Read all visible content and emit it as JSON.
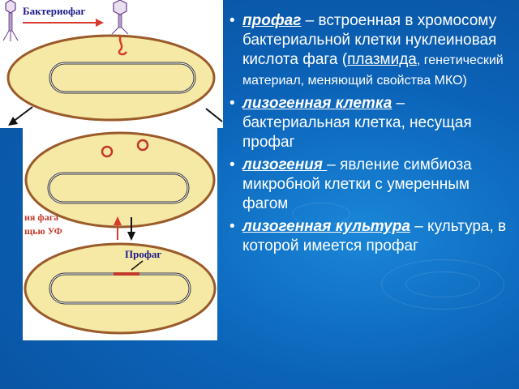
{
  "diagram": {
    "bacteriophage_label": "Бактериофаг",
    "prophage_label": "Профаг",
    "uv_label_line1": "ия фага",
    "uv_label_line2": "щью УФ",
    "colors": {
      "cell_fill": "#f6e9a6",
      "cell_wall": "#9a5a2a",
      "plasmid": "#c0392b",
      "arrow_red": "#d63b2e",
      "arrow_black": "#111111",
      "label_text": "#1a1a8a",
      "uv_text": "#c0392b"
    }
  },
  "bullets": [
    {
      "term": "профаг",
      "text": " – встроенная в хромосому бактериальной клетки нуклеиновая кислота фага (",
      "link": "плазмида",
      "tail": ", генетический материал, меняющий свойства МКО)"
    },
    {
      "term": "лизогенная клетка",
      "text": " – бактериальная клетка, несущая профаг"
    },
    {
      "term": "лизогения ",
      "text": "– явление симбиоза микробной клетки с умеренным фагом"
    },
    {
      "term": "лизогенная культура",
      "text": " – культура, в которой имеется профаг"
    }
  ]
}
